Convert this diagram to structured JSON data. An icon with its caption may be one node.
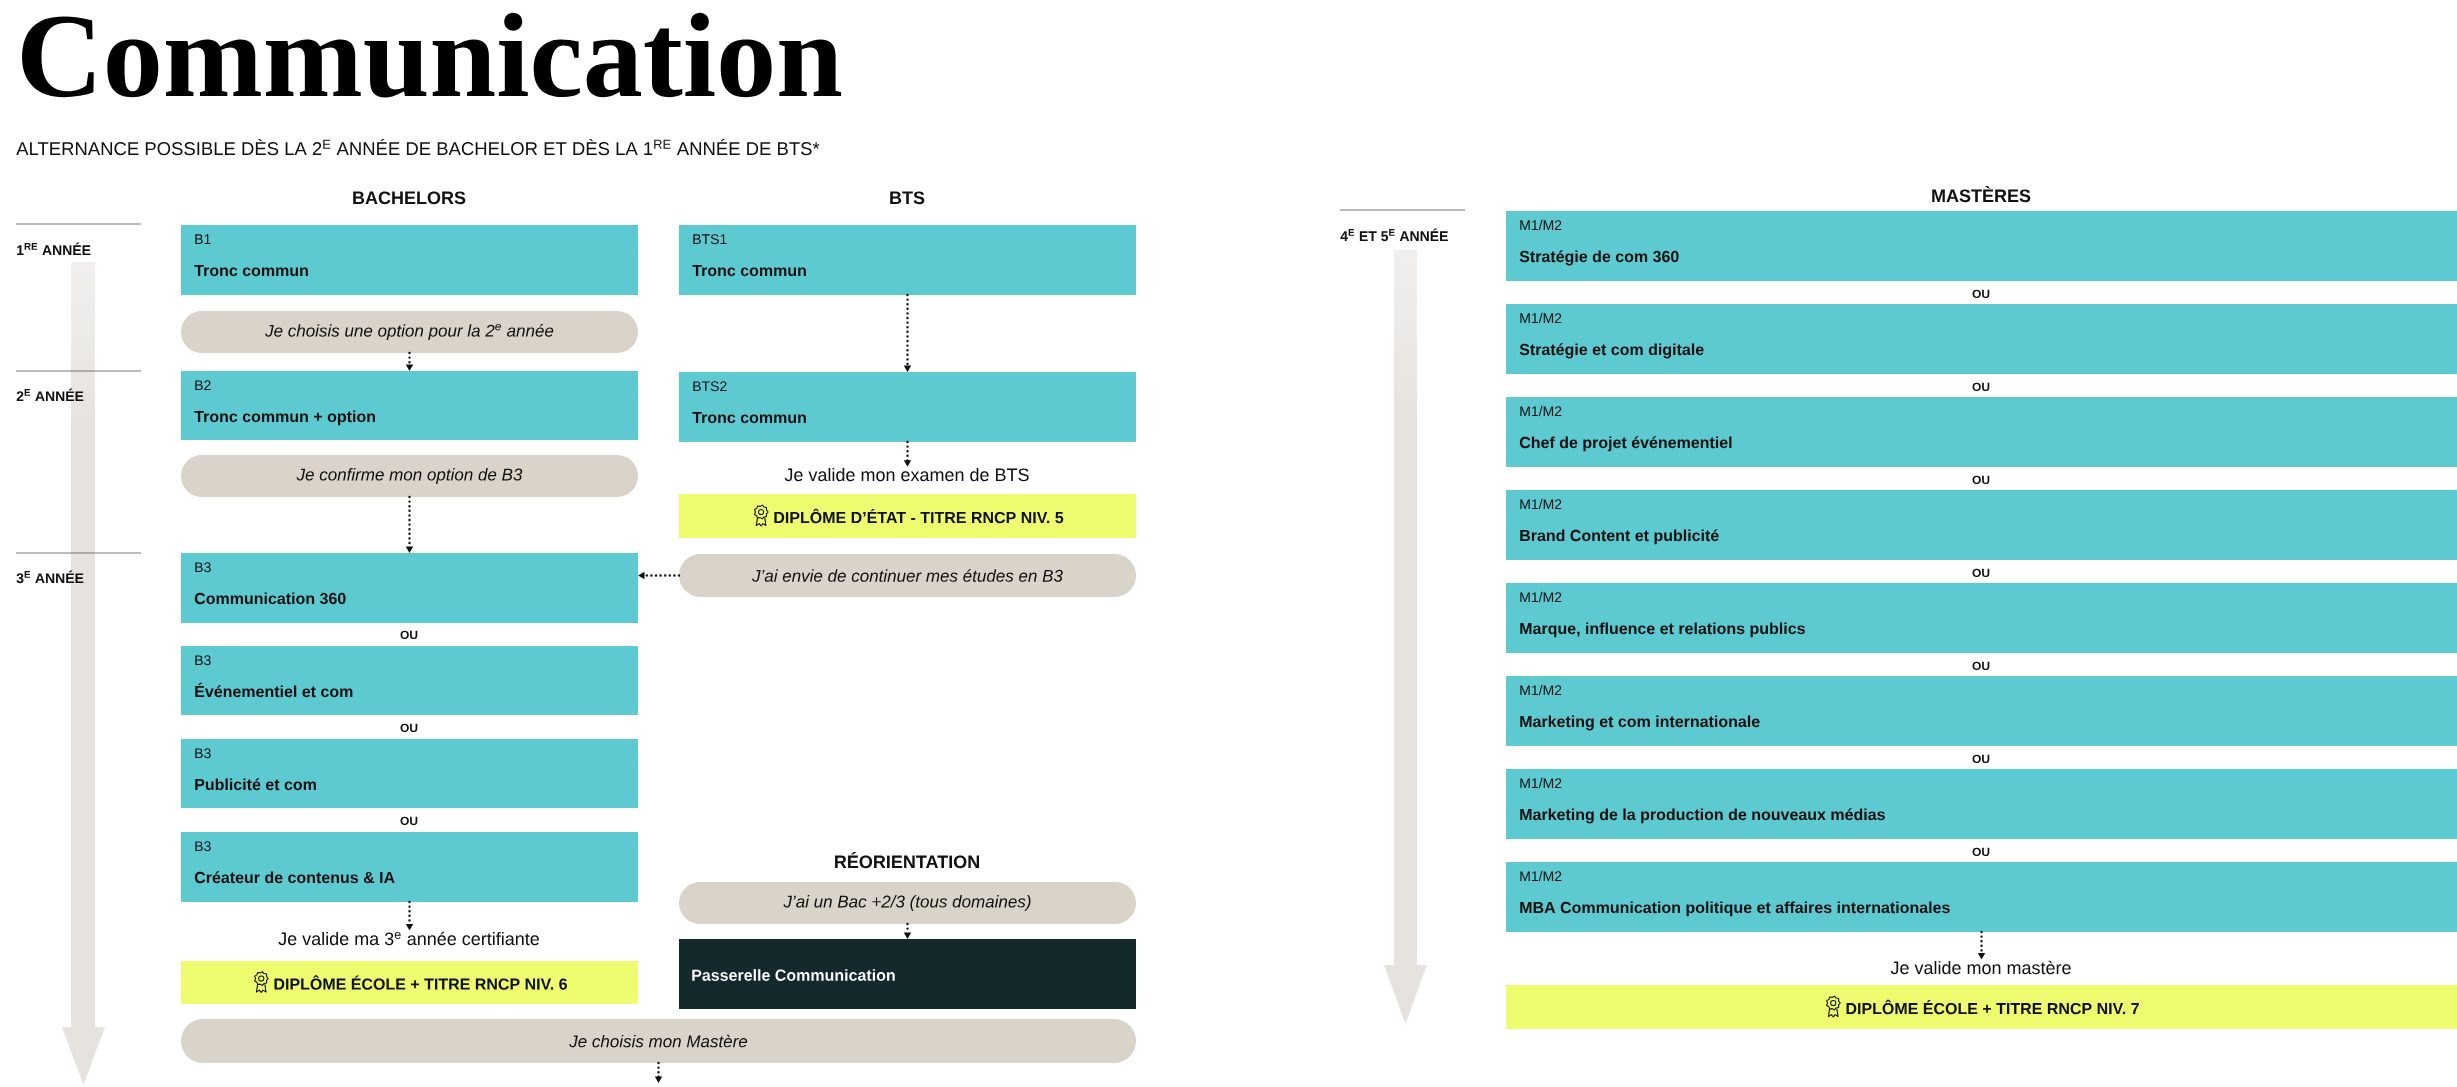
{
  "diagram": {
    "title": "Communication",
    "nodes": [
      {
        "text": [
          "B1",
          "Tronc commun"
        ]
      },
      {
        "text": [
          "Je choisis une option pour la 2$^{e}$ année"
        ]
      },
      {
        "text": [
          "B2",
          "Tronc commun + option"
        ]
      },
      {
        "text": [
          "Je confirme mon option de B3"
        ]
      },
      {
        "text": [
          "B3",
          "Communication 360"
        ]
      },
      {
        "text": [
          "B3",
          "Événementiel et com"
        ]
      },
      {
        "text": [
          "B3",
          "Publicité et com"
        ]
      },
      {
        "text": [
          "B3",
          "Créateur de contenus & IA"
        ]
      },
      {
        "text": [
          "Je valide ma 3$^{e}$ année certifiante"
        ]
      },
      {
        "text": [
          "DIPLÔME ÉCOLE + TITRE RNCP NIV. 6"
        ]
      },
      {
        "text": [
          "Je choisis mon Mastère"
        ]
      },
      {
        "text": [
          "BTS1",
          "Tronc commun"
        ]
      },
      {
        "text": [
          "BTS2",
          "Tronc commun"
        ]
      },
      {
        "text": [
          "Je valide mon examen de BTS"
        ]
      },
      {
        "text": [
          "DIPLÔME D’ÉTAT - TITRE RNCP NIV. 5"
        ]
      },
      {
        "text": [
          "J’ai envie de continuer mes études en B3"
        ]
      },
      {
        "text": [
          "J’ai un Bac +2/3 (tous domaines)"
        ]
      },
      {
        "text": [
          "Passerelle Communication"
        ]
      },
      {
        "text": [
          "M1/M2",
          "Stratégie de com 360"
        ]
      },
      {
        "text": [
          "M1/M2",
          "Stratégie et com digitale"
        ]
      },
      {
        "text": [
          "M1/M2",
          "Chef de projet événementiel"
        ]
      },
      {
        "text": [
          "M1/M2",
          "Brand Content et publicité"
        ]
      },
      {
        "text": [
          "M1/M2",
          "Marque, influence et relations publics"
        ]
      },
      {
        "text": [
          "M1/M2",
          "Marketing et com internationale"
        ]
      },
      {
        "text": [
          "M1/M2",
          "Marketing de la production de nouveaux médias"
        ]
      },
      {
        "text": [
          "M1/M2",
          "MBA Communication politique et affaires internationales"
        ]
      },
      {
        "text": [
          "Je valide mon mastère"
        ]
      },
      {
        "text": [
          "DIPLÔME ÉCOLE + TITRE RNCP NIV. 7"
        ]
      }
    ],
    "edges": [
      {
        "from": 1,
        "to": 2,
        "arrow": "to"
      },
      {
        "from": 3,
        "to": 4,
        "arrow": "to"
      },
      {
        "from": 7,
        "to": 8,
        "arrow": "to"
      },
      {
        "from": 10,
        "to": null,
        "arrow": "to"
      },
      {
        "from": 11,
        "to": 12,
        "arrow": "to"
      },
      {
        "from": 12,
        "to": 13,
        "arrow": "to"
      },
      {
        "from": 15,
        "to": 4,
        "arrow": "to"
      },
      {
        "from": 16,
        "to": 17,
        "arrow": "to"
      },
      {
        "from": 25,
        "to": 26,
        "arrow": "to"
      }
    ],
    "labels": [
      "ALTERNANCE POSSIBLE DÈS LA 2$^{E}$ ANNÉE DE BACHELOR ET DÈS LA 1$^{RE}$ ANNÉE DE BTS*",
      "BACHELORS",
      "BTS",
      "MASTÈRES",
      "1$^{RE}$ ANNÉE",
      "2$^{E}$ ANNÉE",
      "3$^{E}$ ANNÉE",
      "OU",
      "OU",
      "OU",
      "RÉORIENTATION",
      "4$^{E}$ ET 5$^{E}$ ANNÉE",
      "OU",
      "OU",
      "OU",
      "OU",
      "OU",
      "OU",
      "OU"
    ]
  }
}
